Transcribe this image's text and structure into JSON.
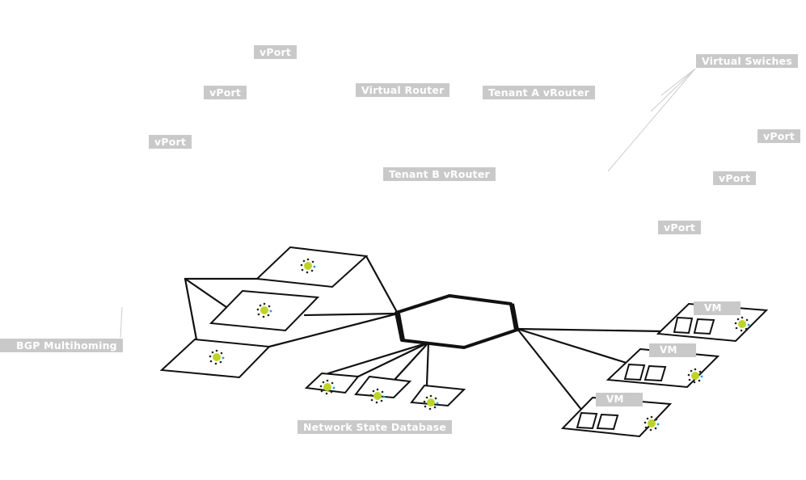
{
  "labels": {
    "vport_1": "vPort",
    "vport_2": "vPort",
    "vport_3": "vPort",
    "vport_4": "vPort",
    "vport_5": "vPort",
    "vport_6": "vPort",
    "virtual_router": "Virtual Router",
    "tenant_a_vrouter": "Tenant A vRouter",
    "tenant_b_vrouter": "Tenant B vRouter",
    "virtual_switches": "Virtual Swiches",
    "bgp_multihoming": "BGP Multihoming",
    "network_state_database": "Network State Database",
    "vm_1": "VM",
    "vm_2": "VM",
    "vm_3": "VM"
  },
  "colors": {
    "label_background": "#c9c9c9",
    "label_text": "#ffffff",
    "line": "#111111",
    "node_fill": "#bcd42a",
    "node_accent": "#1a9fe0",
    "leader_line": "#cccccc"
  },
  "icons": {
    "node": "gear-node-icon",
    "hub": "hexagon-hub-icon",
    "vm_slot": "vm-slot-icon"
  }
}
